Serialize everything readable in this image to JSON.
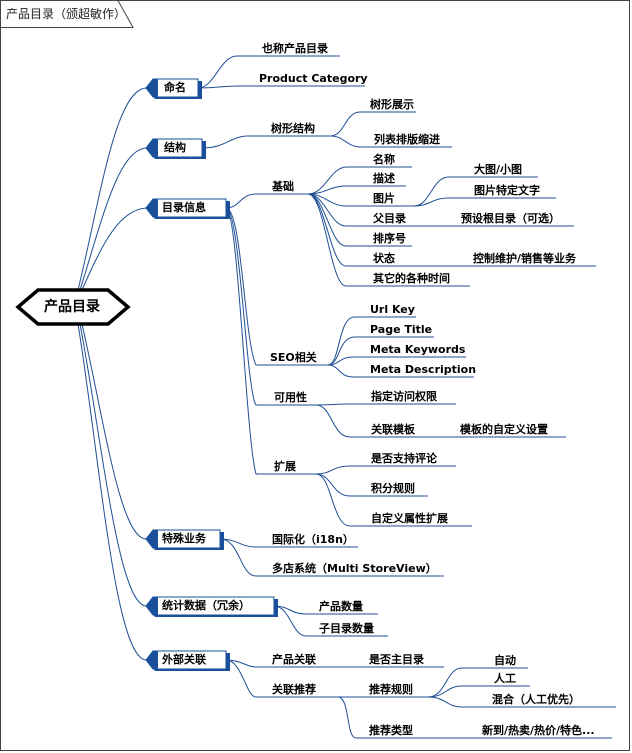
{
  "title": "产品目录（颁超敏作）",
  "root": "产品目录",
  "categories": {
    "c1": "命名",
    "c2": "结构",
    "c3": "目录信息",
    "c4": "特殊业务",
    "c5": "统计数据（冗余）",
    "c6": "外部关联"
  },
  "nodes": {
    "n1": "也称产品目录",
    "n2": "Product Category",
    "n3": "树形结构",
    "n4": "树形展示",
    "n5": "列表排版缩进",
    "n6": "基础",
    "n7": "名称",
    "n8": "描述",
    "n9": "图片",
    "n10": "大图/小图",
    "n11": "图片特定文字",
    "n12": "父目录",
    "n13": "预设根目录（可选）",
    "n14": "排序号",
    "n15": "状态",
    "n16": "控制维护/销售等业务",
    "n17": "其它的各种时间",
    "n18": "SEO相关",
    "n19": "Url Key",
    "n20": "Page Title",
    "n21": "Meta Keywords",
    "n22": "Meta Description",
    "n23": "可用性",
    "n24": "指定访问权限",
    "n25": "关联模板",
    "n26": "模板的自定义设置",
    "n27": "扩展",
    "n28": "是否支持评论",
    "n29": "积分规则",
    "n30": "自定义属性扩展",
    "n31": "国际化（i18n）",
    "n32": "多店系统（Multi StoreView）",
    "n33": "产品数量",
    "n34": "子目录数量",
    "n35": "产品关联",
    "n36": "是否主目录",
    "n37": "关联推荐",
    "n38": "推荐规则",
    "n39": "自动",
    "n40": "人工",
    "n41": "混合（人工优先）",
    "n42": "推荐类型",
    "n43": "新到/热卖/热价/特色..."
  },
  "colors": {
    "line": "#1f4e96",
    "badge": "#1a4f9c",
    "badge_light": "#ffffff",
    "outline": "#000000"
  }
}
